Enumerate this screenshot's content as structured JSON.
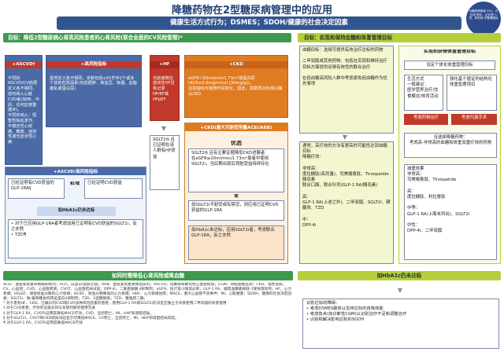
{
  "title": "降糖药物在2型糖尿病管理中的应用",
  "corner_circle": "为糖尿病患者 中心，在应用 理中，企业理 人员、药剂师 疗管理团队",
  "lifestyle": "健康生活方式行为；DSMES；SDOH/健康的社会决定因素",
  "goal_left": "目标：降低2型糖尿病心肾高风险患者的心肾风险(联合全面的CV风险管理)*",
  "goal_right": "目标：实现和保持血糖和体重管理目标",
  "ascvd": {
    "header": "+ASCVD†",
    "text": "不同的ASCVD/CV结局定义各不相同，但均纳入心脏CVD者(如MI、中风、任何血管重建术)，\n不同的纳入：短暂性缺血发作、不稳定性心绞痛、截肢、症状性或无症状性心病"
  },
  "high_risk": {
    "header": "+高风险指标",
    "text": "虽然定义各不相同，多数包括≥55岁伴2个或多个其他危险因素(包括肥胖、高血压、吸烟、血脂紊乱或蛋白尿)"
  },
  "ascvd_high": {
    "header": "+ASCVD/高风险指标",
    "glp1": "已经证明有CVD获益的GLP-1RA§",
    "or": "和/或",
    "sglt2": "已经证明CVD获益",
    "hba1c": "如HbA1c仍未达标",
    "bullets": "• 对于已应用GLP-1RA者考虑加用已证明有CVD获益的SGLT2i，反之亦然\n• TZD¶"
  },
  "hf": {
    "header": "+HF",
    "text": "当前或既往症状性HF且有记录HFrEF或HFpEF",
    "sglt2": "SGLT2i§ 且已证明在该人群有HF获益"
  },
  "ckd": {
    "header": "+CKD",
    "text": "eGFR＜60ml/min/1.73m²或蛋白尿(ACR≥3.0mg/mmol [30mg/g])，\n这些指标可能随时间变化，因此，需要再次检测以确认CKD",
    "header2": "+CKD(最大可耐受剂量ACEi/ARB)",
    "preferred": "优选",
    "option1": "SGLT2i§ 且有主要证据降低CKD进展者\n在eGFR≥20ml/min/1.73m²患者中使用SGLT2i，当后期出现后肾脏受益持续存在",
    "or": "或",
    "option2": "如SGLT2i不耐受或有禁忌，则应用已证明CVD获益的GLP-1RA",
    "hba1c": "如HbA1c未达标，应用SGLT2i者，考虑联合GLP-1RA，反之亦然"
  },
  "bar_left": "如同时需降低心肾风险或降血糖",
  "bar_right": "如HbA1c仍未达标",
  "glucose": {
    "top": "血糖目标：选择可提供有效治疗达标的药物\n\n二甲双胍或其他药物，包括在实现和维持治疗目标方面提供足够有效性的联合治疗\n\n在低血糖高风险人群中考虑避免低血糖作为优先事项",
    "efficacy": "通常，高疗效的方法有更高的可能性达到血糖目标\n降糖疗效：\n\n非常高：\n度拉糖肽(高剂量)、司美格鲁肽、Tirzepatide\n胰岛素\n联合口服、联合针剂(GLP-1 RA/胰岛素)\n\n高：\nGLP-1 RA(上述之外)、二甲双胍、SGLT2i、磺脲类、TZD\n\n中：\nDPP-4i"
  },
  "weight": {
    "header": "实现和获得体重管理目标",
    "setgoal": "设定个体化体重管理目标",
    "lifestyle": "生活方式\n一般建议：\n医学营养治疗/饮食模式/体育活动",
    "structured": "强化基于循证的结构化体重管理项目",
    "drugs": "考虑药物治疗",
    "surgery": "考虑代谢手术",
    "choose": "当选择降糖药物：\n考虑高-非常高的血糖和体重双重疗效的药物",
    "effect": "减重效果\n非常高：\n司美格鲁肽、Tirzepatide\n\n高：\n度拉糖肽、利拉鲁肽\n\n中等：\nGLP-1 RA(上面未列出)、SGLT2i\n\n中性：\nDPP-4i、二甲双胍"
  },
  "decision": "识别达标的障碍：\n• 考虑DSMES服务以支持达标的自我效能\n• 考虑技术(如诊断性CGM)以识别治疗不足和调整治疗\n• 识别和解决影响达标的SDOH",
  "footnotes": "ACEi、血管紧张素转换酶抑制剂；ACR，白蛋白/肌酐比值；ARB、血管紧张素受体阻滞剂；ASCVD，动脉粥样硬化性心血管疾病；CGM、持续血糖监测；CKD、慢性肾病；CV、心血管；CVD、心血管疾病；CVOT、心血管结局试验；DPP-4i，二肽基肽酶-4抑制剂；eGFR、估计肾小球滤过率；GLP-1 RA、胰高血糖素样肽-1受体激动剂；HF，心力衰竭；HFpEF，保留射血分数的心力衰竭；HFrEF，射血分数降低的心力衰竭；HHF、心力衰竭住院；MACE、重大心血管不良事件；MI、心肌梗塞；SDOH、健康的社会决定因素；SGLT2i、钠-葡萄糖协同转运蛋白2抑制剂；T2D、2型糖尿病；TZD、噻唑烷二酮。\n* 对于患有HF、CKD、已确诊的CVD或CVD多种风险因素的患者，使用GLP-1 RA或SGLT2i的决定应独立于背景使用二甲双胍的背景使用\n† 对于CVD患者，疗效的证据支持与背景利尿剂使用无关\n‡ 对于GLP-1 RA，CVOTs证明其降低MACE疗效，CVD、全因死亡、MI、HHF和肾脏结局。\n§ 对于SGLT2i，CVOT和CKD结局试验显示可降低MACE、CV死亡、全因死亡、MI、HHF和肾脏结局风险。\n¶ 对于GLP-1 RA，CVOTs证明其降低MACE疗效"
}
